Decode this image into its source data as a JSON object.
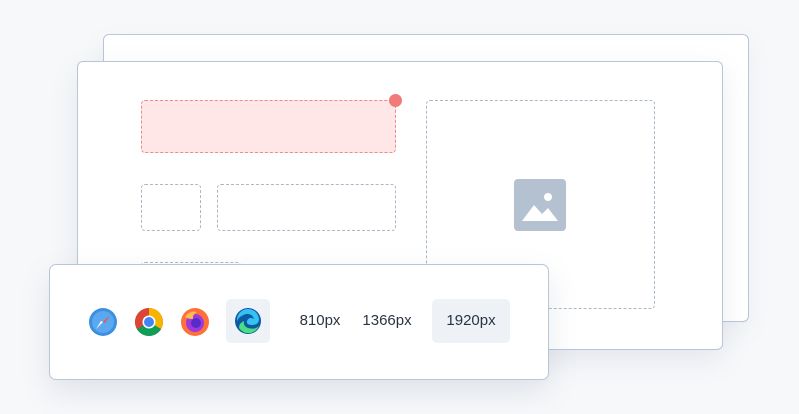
{
  "browsers": [
    {
      "name": "safari-icon"
    },
    {
      "name": "chrome-icon"
    },
    {
      "name": "firefox-icon"
    },
    {
      "name": "edge-icon",
      "selected": true
    }
  ],
  "resolutions": [
    {
      "label": "810px",
      "selected": false
    },
    {
      "label": "1366px",
      "selected": false
    },
    {
      "label": "1920px",
      "selected": true
    }
  ],
  "colors": {
    "accent_red": "#f27a7a",
    "highlight_fill": "#ffe7e7",
    "dashed_border": "#a9b8c8",
    "selected_bg": "#eef2f7"
  }
}
